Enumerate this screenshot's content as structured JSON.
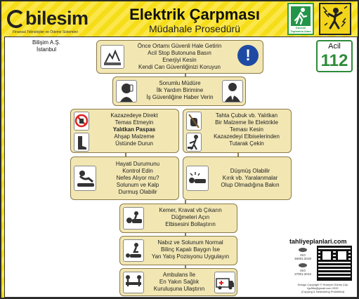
{
  "header": {
    "logo_text": "bilesim",
    "logo_tagline": "Finansal Teknolojiler ve Ödeme Sistemleri",
    "title": "Elektrik Çarpması",
    "subtitle": "Müdahale Prosedürü",
    "exit_sign_label": "Güvenli Toplanma Alanı"
  },
  "company": {
    "line1": "Bilişim A.Ş.",
    "line2": "İstanbul"
  },
  "emergency": {
    "label": "Acil",
    "number": "112"
  },
  "steps": {
    "s1": [
      "Önce Ortamı Güvenli Hale Getirin",
      "Acil Stop Butonuna Basın",
      "Enerjiyi Kesin",
      "Kendi Can Güvenliğinizi Koruyun"
    ],
    "s2": [
      "Sorumlu Müdüre",
      "İlk Yardım Birimine",
      "İş Güvenliğine Haber Verin"
    ],
    "s3_left": [
      "Kazazedeye Direkt",
      "Temas Etmeyin",
      "Yalıtkan Paspas",
      "Ahşap Malzeme",
      "Üstünde Durun"
    ],
    "s3_right": [
      "Tahta Çubuk vb. Yalıtkan",
      "Bir Malzeme İle Elektrikle",
      "Teması Kesin",
      "Kazazedeyi Elbiselerinden",
      "Tutarak Çekin"
    ],
    "s4_left": [
      "Hayati Durumunu",
      "Kontrol Edin",
      "Nefes Alıyor mu?",
      "Solunum ve Kalp",
      "Durmuş Olabilir"
    ],
    "s4_right": [
      "Düşmüş Olabilir",
      "Kırık vb. Yaralanmalar",
      "Olup Olmadığına Bakın"
    ],
    "s5": [
      "Kemer, Kravat vb Çıkarın",
      "Düğmeleri Açın",
      "Elbisesini Bollaştırın"
    ],
    "s6": [
      "Nabız ve Solunum Normal",
      "Bilinç Kapalı Baygın İse",
      "Yan Yatış Pozisyonu Uygulayın"
    ],
    "s7": [
      "Ambulans İle",
      "En Yakın Sağlık",
      "Kuruluşuna Ulaştırın"
    ]
  },
  "footer": {
    "website": "tahliyeplanlari.com",
    "cert1": "ISO 45001:2018",
    "cert2": "ISO 27001:2013",
    "copyright1": "Design Copyright © Hüseyin Güneş Çöp",
    "copyright2": "fgc56a@gmail.com 2020",
    "copyright3": "(Copying & Networking Prohibited)"
  },
  "colors": {
    "stripe_yellow": "#f6dd1a",
    "card_bg": "#f2e7b3",
    "emergency_green": "#2e8b3a",
    "exit_green": "#23954a",
    "info_blue": "#1f4aa3"
  }
}
